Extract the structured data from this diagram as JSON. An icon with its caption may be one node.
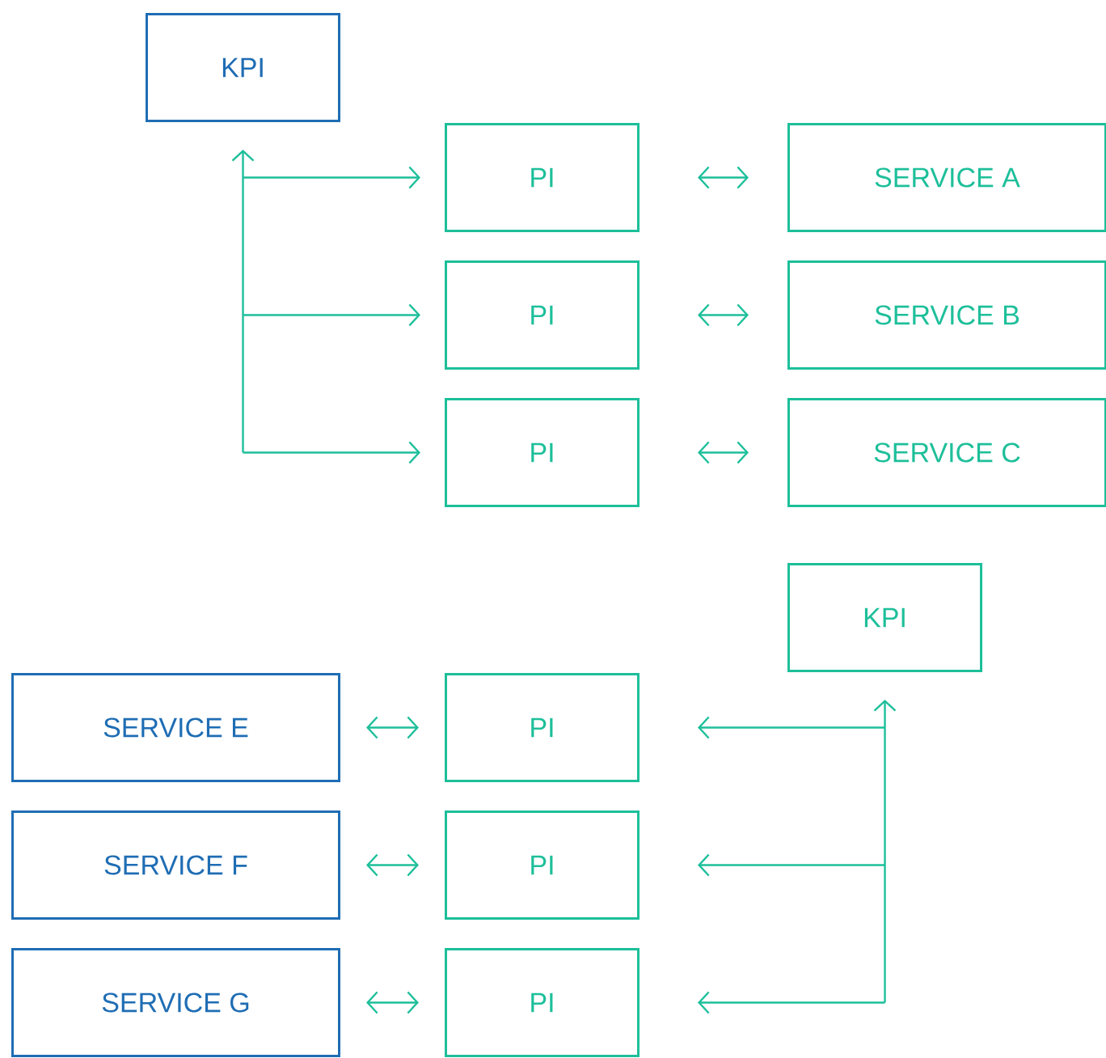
{
  "diagram": {
    "nodes": [
      {
        "text": [
          "KPI"
        ]
      },
      {
        "text": [
          "PI"
        ]
      },
      {
        "text": [
          "SERVICE A"
        ]
      },
      {
        "text": [
          "PI"
        ]
      },
      {
        "text": [
          "SERVICE B"
        ]
      },
      {
        "text": [
          "PI"
        ]
      },
      {
        "text": [
          "SERVICE C"
        ]
      },
      {
        "text": [
          "KPI"
        ]
      },
      {
        "text": [
          "SERVICE E"
        ]
      },
      {
        "text": [
          "PI"
        ]
      },
      {
        "text": [
          "SERVICE F"
        ]
      },
      {
        "text": [
          "PI"
        ]
      },
      {
        "text": [
          "SERVICE G"
        ]
      },
      {
        "text": [
          "PI"
        ]
      }
    ],
    "edges": [
      {
        "from": 0,
        "to": 1,
        "arrow": "both"
      },
      {
        "from": 0,
        "to": 3,
        "arrow": "both"
      },
      {
        "from": 0,
        "to": 5,
        "arrow": "both"
      },
      {
        "from": 1,
        "to": 2,
        "arrow": "both"
      },
      {
        "from": 3,
        "to": 4,
        "arrow": "both"
      },
      {
        "from": 5,
        "to": 6,
        "arrow": "both"
      },
      {
        "from": 7,
        "to": 9,
        "arrow": "both"
      },
      {
        "from": 7,
        "to": 11,
        "arrow": "both"
      },
      {
        "from": 7,
        "to": 13,
        "arrow": "both"
      },
      {
        "from": 8,
        "to": 9,
        "arrow": "both"
      },
      {
        "from": 10,
        "to": 11,
        "arrow": "both"
      },
      {
        "from": 12,
        "to": 13,
        "arrow": "both"
      }
    ]
  }
}
